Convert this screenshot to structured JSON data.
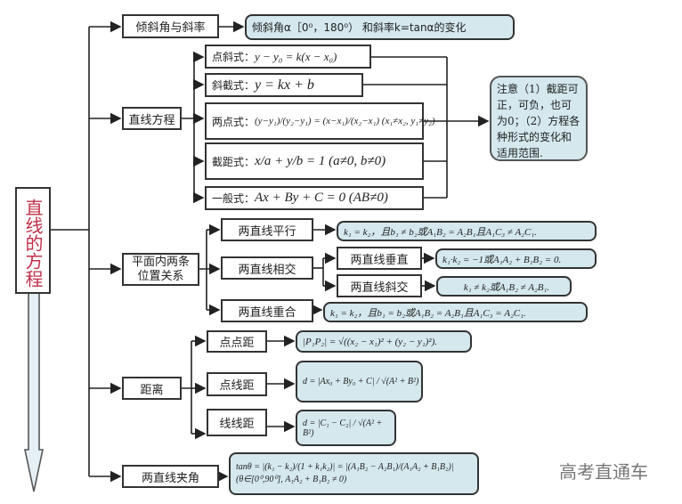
{
  "title": "直线的方程",
  "branches": {
    "slope": {
      "label": "倾斜角与斜率",
      "detail": "倾斜角α［0⁰，180⁰） 和斜率k=tanα的变化"
    },
    "equations": {
      "label": "直线方程",
      "forms": [
        {
          "name": "点斜式：",
          "formula": "y − y₀ = k(x − x₀)"
        },
        {
          "name": "斜截式：",
          "formula": "y = kx + b"
        },
        {
          "name": "两点式：",
          "formula": "(y−y₁)/(y₂−y₁) = (x−x₁)/(x₂−x₁)  (x₁≠x₂, y₁≠y₂)"
        },
        {
          "name": "截距式：",
          "formula": "x/a + y/b = 1  (a≠0, b≠0)"
        },
        {
          "name": "一般式：",
          "formula": "Ax + By + C = 0 (AB≠0)"
        }
      ],
      "note": "注意（1）截距可正，可负，也可为0；（2）方程各种形式的变化和适用范围."
    },
    "position": {
      "label": "平面内两条位置关系",
      "parallel": {
        "label": "两直线平行",
        "formula": "k₁ = k₂，且b₁ ≠ b₂或A₁B₂ = A₂B₁且A₁C₃ ≠ A₂C₁."
      },
      "intersect": {
        "label": "两直线相交"
      },
      "perpendicular": {
        "label": "两直线垂直",
        "formula": "k₁·k₂ = −1或A₁A₂ + B₁B₂ = 0."
      },
      "oblique": {
        "label": "两直线斜交",
        "formula": "k₁ ≠ k₂或A₁B₂ ≠ A₂B₁."
      },
      "coincide": {
        "label": "两直线重合",
        "formula": "k₁ = k₂，且b₁ = b₂或A₁B₂ = A₂B₁且A₁C₃ = A₂C₁."
      }
    },
    "distance": {
      "label": "距离",
      "items": [
        {
          "label": "点点距",
          "formula": "|P₁P₂| = √((x₂ − x₁)² + (y₂ − y₁)²)."
        },
        {
          "label": "点线距",
          "formula": "d = |Ax₀ + By₀ + C| / √(A² + B²)"
        },
        {
          "label": "线线距",
          "formula": "d = |C₁ − C₂| / √(A² + B²)"
        }
      ]
    },
    "angle": {
      "label": "两直线夹角",
      "formula": "tanθ = |(k₁ − k₂)/(1 + k₁k₂)| = |(A₁B₂ − A₂B₁)/(A₁A₂ + B₁B₂)|  (θ∈[0⁰,90⁰], A₁A₂ + B₁B₂ ≠ 0)"
    }
  },
  "watermark": "高考直通车"
}
